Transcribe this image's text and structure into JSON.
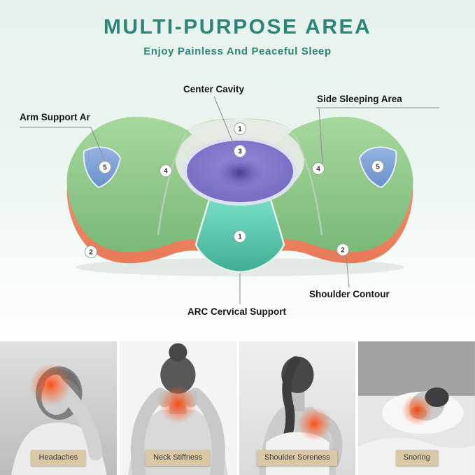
{
  "header": {
    "title": "MULTI-PURPOSE AREA",
    "subtitle": "Enjoy Painless And Peaceful Sleep"
  },
  "diagram": {
    "labels": {
      "center_cavity": "Center Cavity",
      "side_sleeping_area": "Side Sleeping Area",
      "arm_support_area": "Arm Support Ar",
      "arc_cervical_support": "ARC Cervical Support",
      "shoulder_contour": "Shoulder Contour"
    },
    "markers": {
      "top_center": "1",
      "center_cavity": "3",
      "left_side": "4",
      "right_side": "4",
      "left_arm": "5",
      "right_arm": "5",
      "bottom_left": "2",
      "bottom_right": "2",
      "cervical": "1"
    }
  },
  "gallery": {
    "items": [
      {
        "label": "Headaches"
      },
      {
        "label": "Neck Stiffness"
      },
      {
        "label": "Shoulder Soreness"
      },
      {
        "label": "Snoring"
      }
    ]
  },
  "colors": {
    "accent_teal": "#2e8577",
    "pillow_green": "#8cc487",
    "cavity_purple": "#7d73c9",
    "support_teal": "#57c3ac",
    "arm_rest_blue": "#7ba0d6",
    "contour_orange": "#ef8a6c",
    "badge_tan": "#d8c8a3",
    "pain_red": "#ff4a1c"
  }
}
